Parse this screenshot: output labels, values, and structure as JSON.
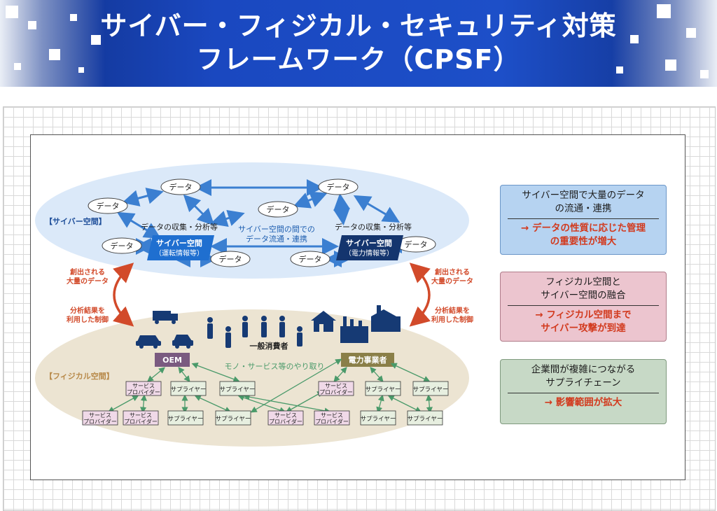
{
  "header": {
    "title_line1": "サイバー・フィジカル・セキュリティ対策",
    "title_line2": "フレームワーク（CPSF）"
  },
  "diagram": {
    "cyber_label": "【サイバー空間】",
    "physical_label": "【フィジカル空間】",
    "data_node": "データ",
    "collect_left": "データの収集・分析等",
    "collect_right": "データの収集・分析等",
    "cyber_flow_1": "サイバー空間の間での",
    "cyber_flow_2": "データ流通・連携",
    "space_left_1": "サイバー空間",
    "space_left_2": "（運転情報等）",
    "space_right_1": "サイバー空間",
    "space_right_2": "（電力情報等）",
    "created_1": "創出される",
    "created_2": "大量のデータ",
    "result_1": "分析結果を",
    "result_2": "利用した制御",
    "consumers": "一般消費者",
    "oem": "OEM",
    "power": "電力事業者",
    "goods": "モノ・サービス等のやり取り",
    "supplier": "サプライヤー",
    "provider_1": "サービス",
    "provider_2": "プロバイダー"
  },
  "side_boxes": [
    {
      "heading_1": "サイバー空間で大量のデータ",
      "heading_2": "の流通・連携",
      "impact_1": "→ データの性質に応じた管理",
      "impact_2": "の重要性が増大"
    },
    {
      "heading_1": "フィジカル空間と",
      "heading_2": "サイバー空間の融合",
      "impact_1": "→ フィジカル空間まで",
      "impact_2": "サイバー攻撃が到達"
    },
    {
      "heading_1": "企業間が複雑につながる",
      "heading_2": "サプライチェーン",
      "impact_1": "→ 影響範囲が拡大",
      "impact_2": ""
    }
  ],
  "colors": {
    "banner": "#1a48c0",
    "cyber_ellipse": "#dbe9f9",
    "physical_ellipse": "#ece4d2",
    "arrow_blue": "#3b7fd1",
    "arrow_red": "#d24a2a",
    "space_left": "#1f6fd0",
    "space_right": "#14356e",
    "oem_box": "#7a5a80",
    "power_box": "#8a7f48",
    "supplier_box": "#e7efe0",
    "provider_box": "#f0d9e8",
    "impact_text": "#d23a1e"
  }
}
